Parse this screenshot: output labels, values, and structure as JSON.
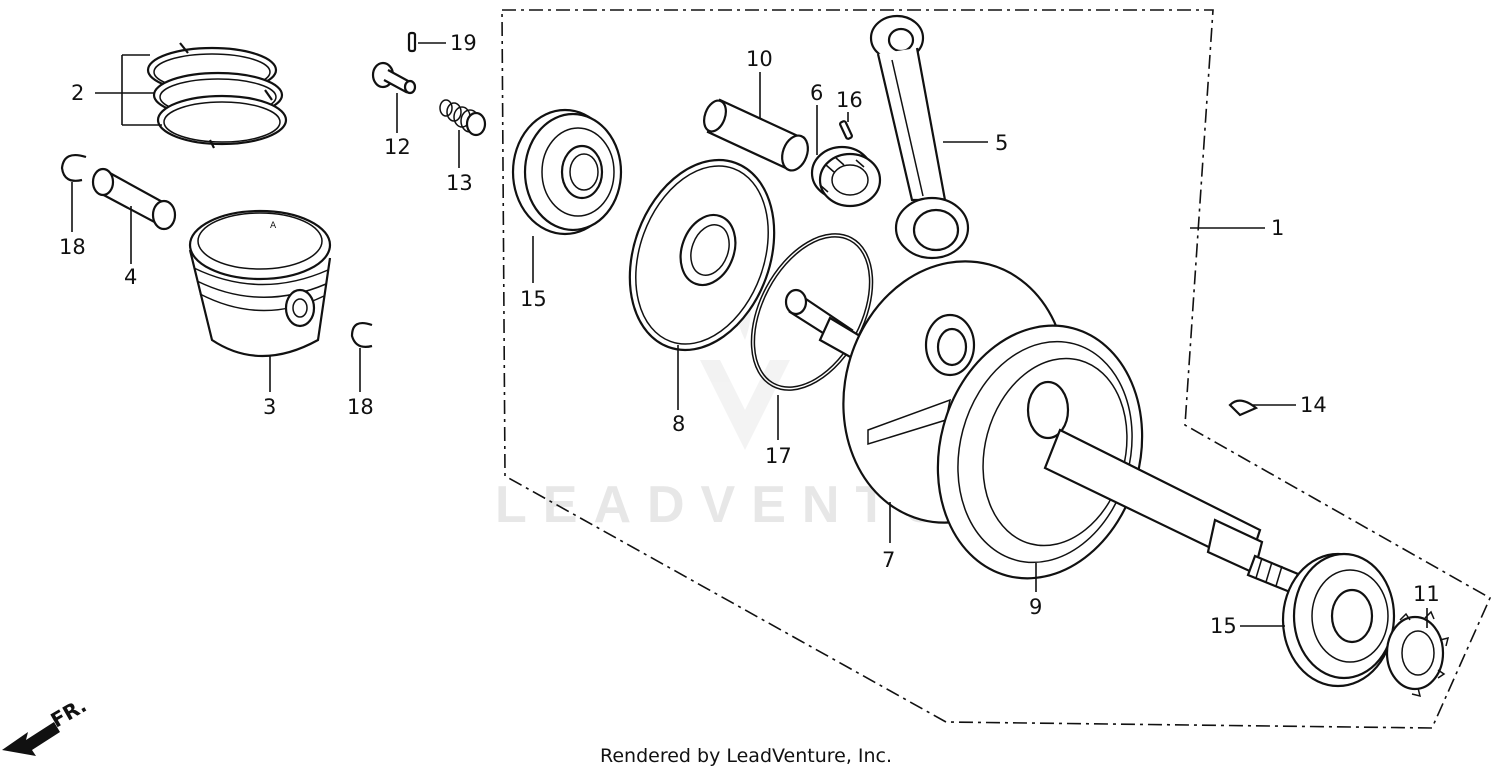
{
  "watermark": "LEADVENTURE",
  "footer": "Rendered by LeadVenture, Inc.",
  "direction_label": "FR.",
  "callouts": {
    "c1": "1",
    "c2": "2",
    "c3": "3",
    "c4": "4",
    "c5": "5",
    "c6": "6",
    "c7": "7",
    "c8": "8",
    "c9": "9",
    "c10": "10",
    "c11": "11",
    "c12": "12",
    "c13": "13",
    "c14": "14",
    "c15a": "15",
    "c15b": "15",
    "c16": "16",
    "c17": "17",
    "c18a": "18",
    "c18b": "18",
    "c19": "19"
  }
}
